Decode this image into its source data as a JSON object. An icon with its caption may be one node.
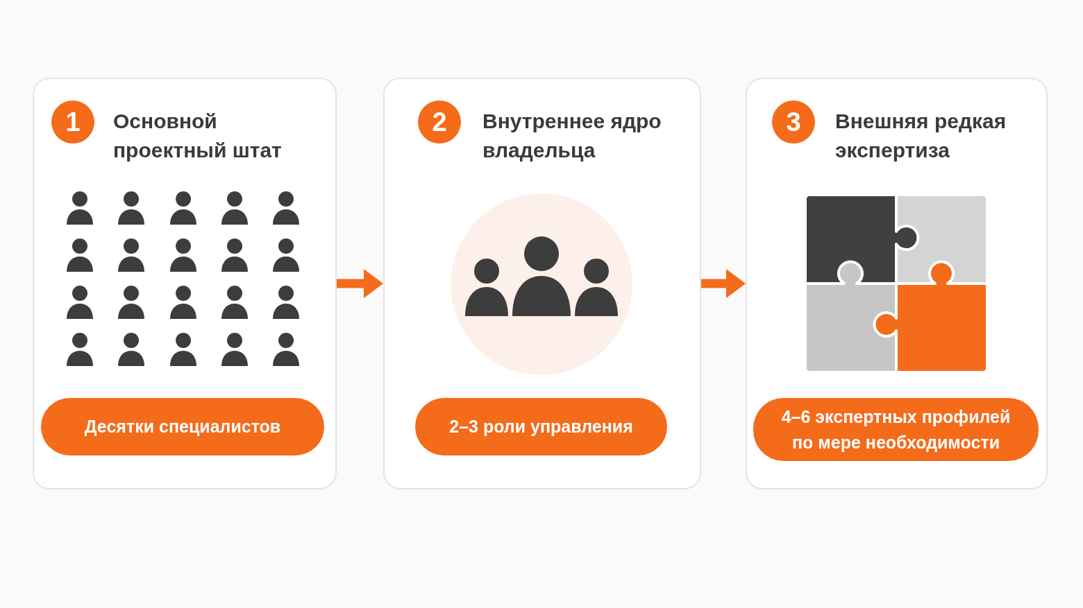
{
  "diagram": {
    "nodes": [
      {
        "text": [
          "Основной проектный штат"
        ]
      },
      {
        "text": [
          "1"
        ],
        "in": 0
      },
      {
        "text": [
          "Десятки специалистов"
        ],
        "in": 0
      },
      {
        "text": [
          "Внутреннее ядро владельца"
        ]
      },
      {
        "text": [
          "2"
        ],
        "in": 3
      },
      {
        "text": [
          "2–3 роли управления"
        ],
        "in": 3
      },
      {
        "text": [
          "Внешняя редкая экспертиза"
        ]
      },
      {
        "text": [
          "3"
        ],
        "in": 6
      },
      {
        "text": [
          "4–6 экспертных профилей по мере необходимости"
        ],
        "in": 6
      }
    ],
    "edges": [
      {
        "from": 0,
        "to": 3,
        "arrow": "to"
      },
      {
        "from": 3,
        "to": 6,
        "arrow": "to"
      }
    ]
  }
}
